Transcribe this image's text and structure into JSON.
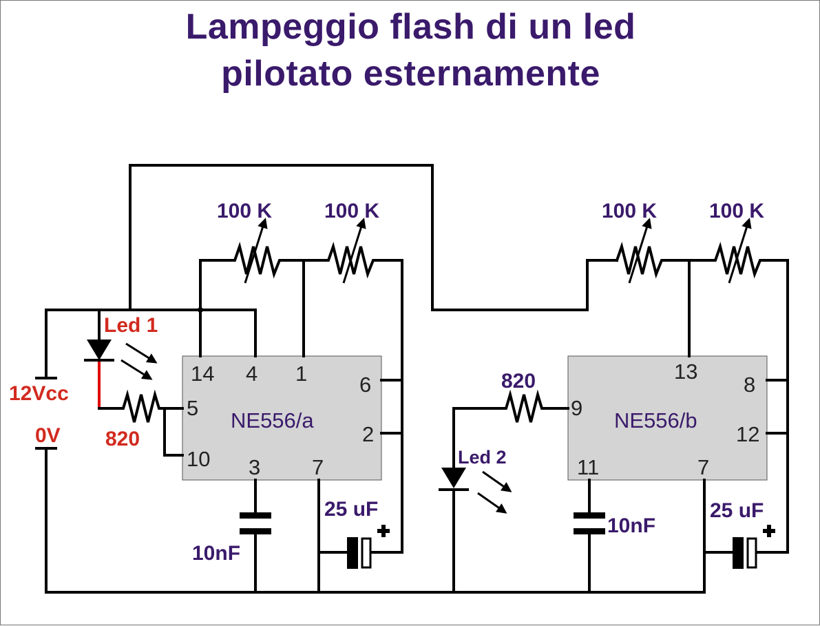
{
  "title": {
    "line1": "Lampeggio flash di un led",
    "line2": "pilotato esternamente"
  },
  "supply": {
    "positive": "12Vcc",
    "ground": "0V"
  },
  "chips": {
    "a": {
      "name": "NE556/a",
      "pins": [
        "14",
        "4",
        "1",
        "6",
        "2",
        "5",
        "10",
        "3",
        "7"
      ]
    },
    "b": {
      "name": "NE556/b",
      "pins": [
        "13",
        "8",
        "12",
        "9",
        "11",
        "7"
      ]
    }
  },
  "components": {
    "pot_a1": "100 K",
    "pot_a2": "100 K",
    "pot_b1": "100 K",
    "pot_b2": "100 K",
    "led1": "Led 1",
    "led2": "Led 2",
    "res_a": "820",
    "res_b": "820",
    "cap_a_small": "10nF",
    "cap_b_small": "10nF",
    "cap_a_elec": "25 uF",
    "cap_b_elec": "25 uF"
  },
  "colors": {
    "title": "#3a1a6b",
    "highlight": "#d22a1f",
    "chip_fill": "#d4d4d4"
  }
}
